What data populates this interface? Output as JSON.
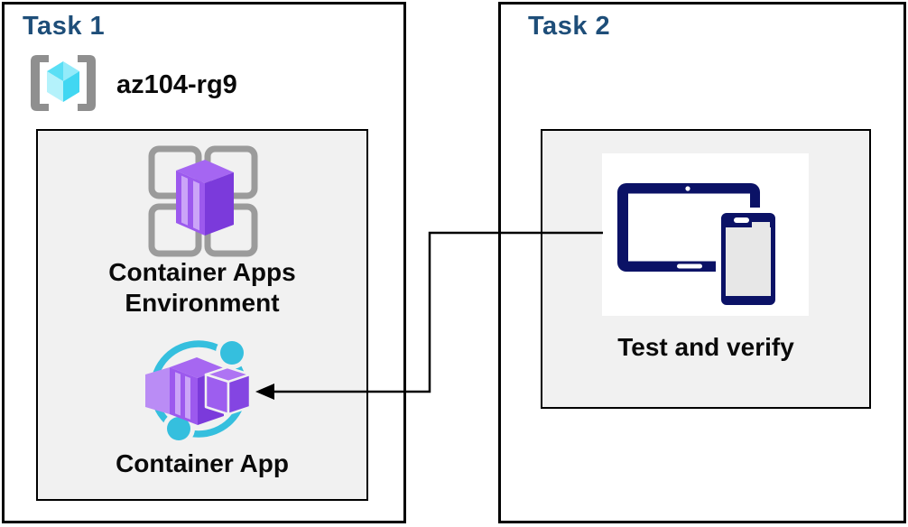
{
  "task1": {
    "title": "Task 1",
    "resource_group_name": "az104-rg9",
    "environment_label": "Container Apps Environment",
    "app_label": "Container App"
  },
  "task2": {
    "title": "Task 2",
    "verify_label": "Test and verify"
  },
  "connector": {
    "style": "elbow",
    "arrowhead": "left",
    "from": "Test and verify",
    "to": "Container App"
  },
  "icons": {
    "resource_group": "resource-group-icon",
    "container_apps_environment": "container-apps-environment-icon",
    "container_app": "container-app-icon",
    "devices": "tablet-phone-devices-icon"
  },
  "colors": {
    "task_title_blue": "#1E4E79",
    "label_text": "#0A0A0A",
    "panel_border": "#000000",
    "inner_box_bg": "#F1F1F1",
    "devices_navy": "#0B1266",
    "cyan_accent": "#35BFDE",
    "purple_accent": "#8B4AE8",
    "frame_gray": "#9B9B9B"
  }
}
